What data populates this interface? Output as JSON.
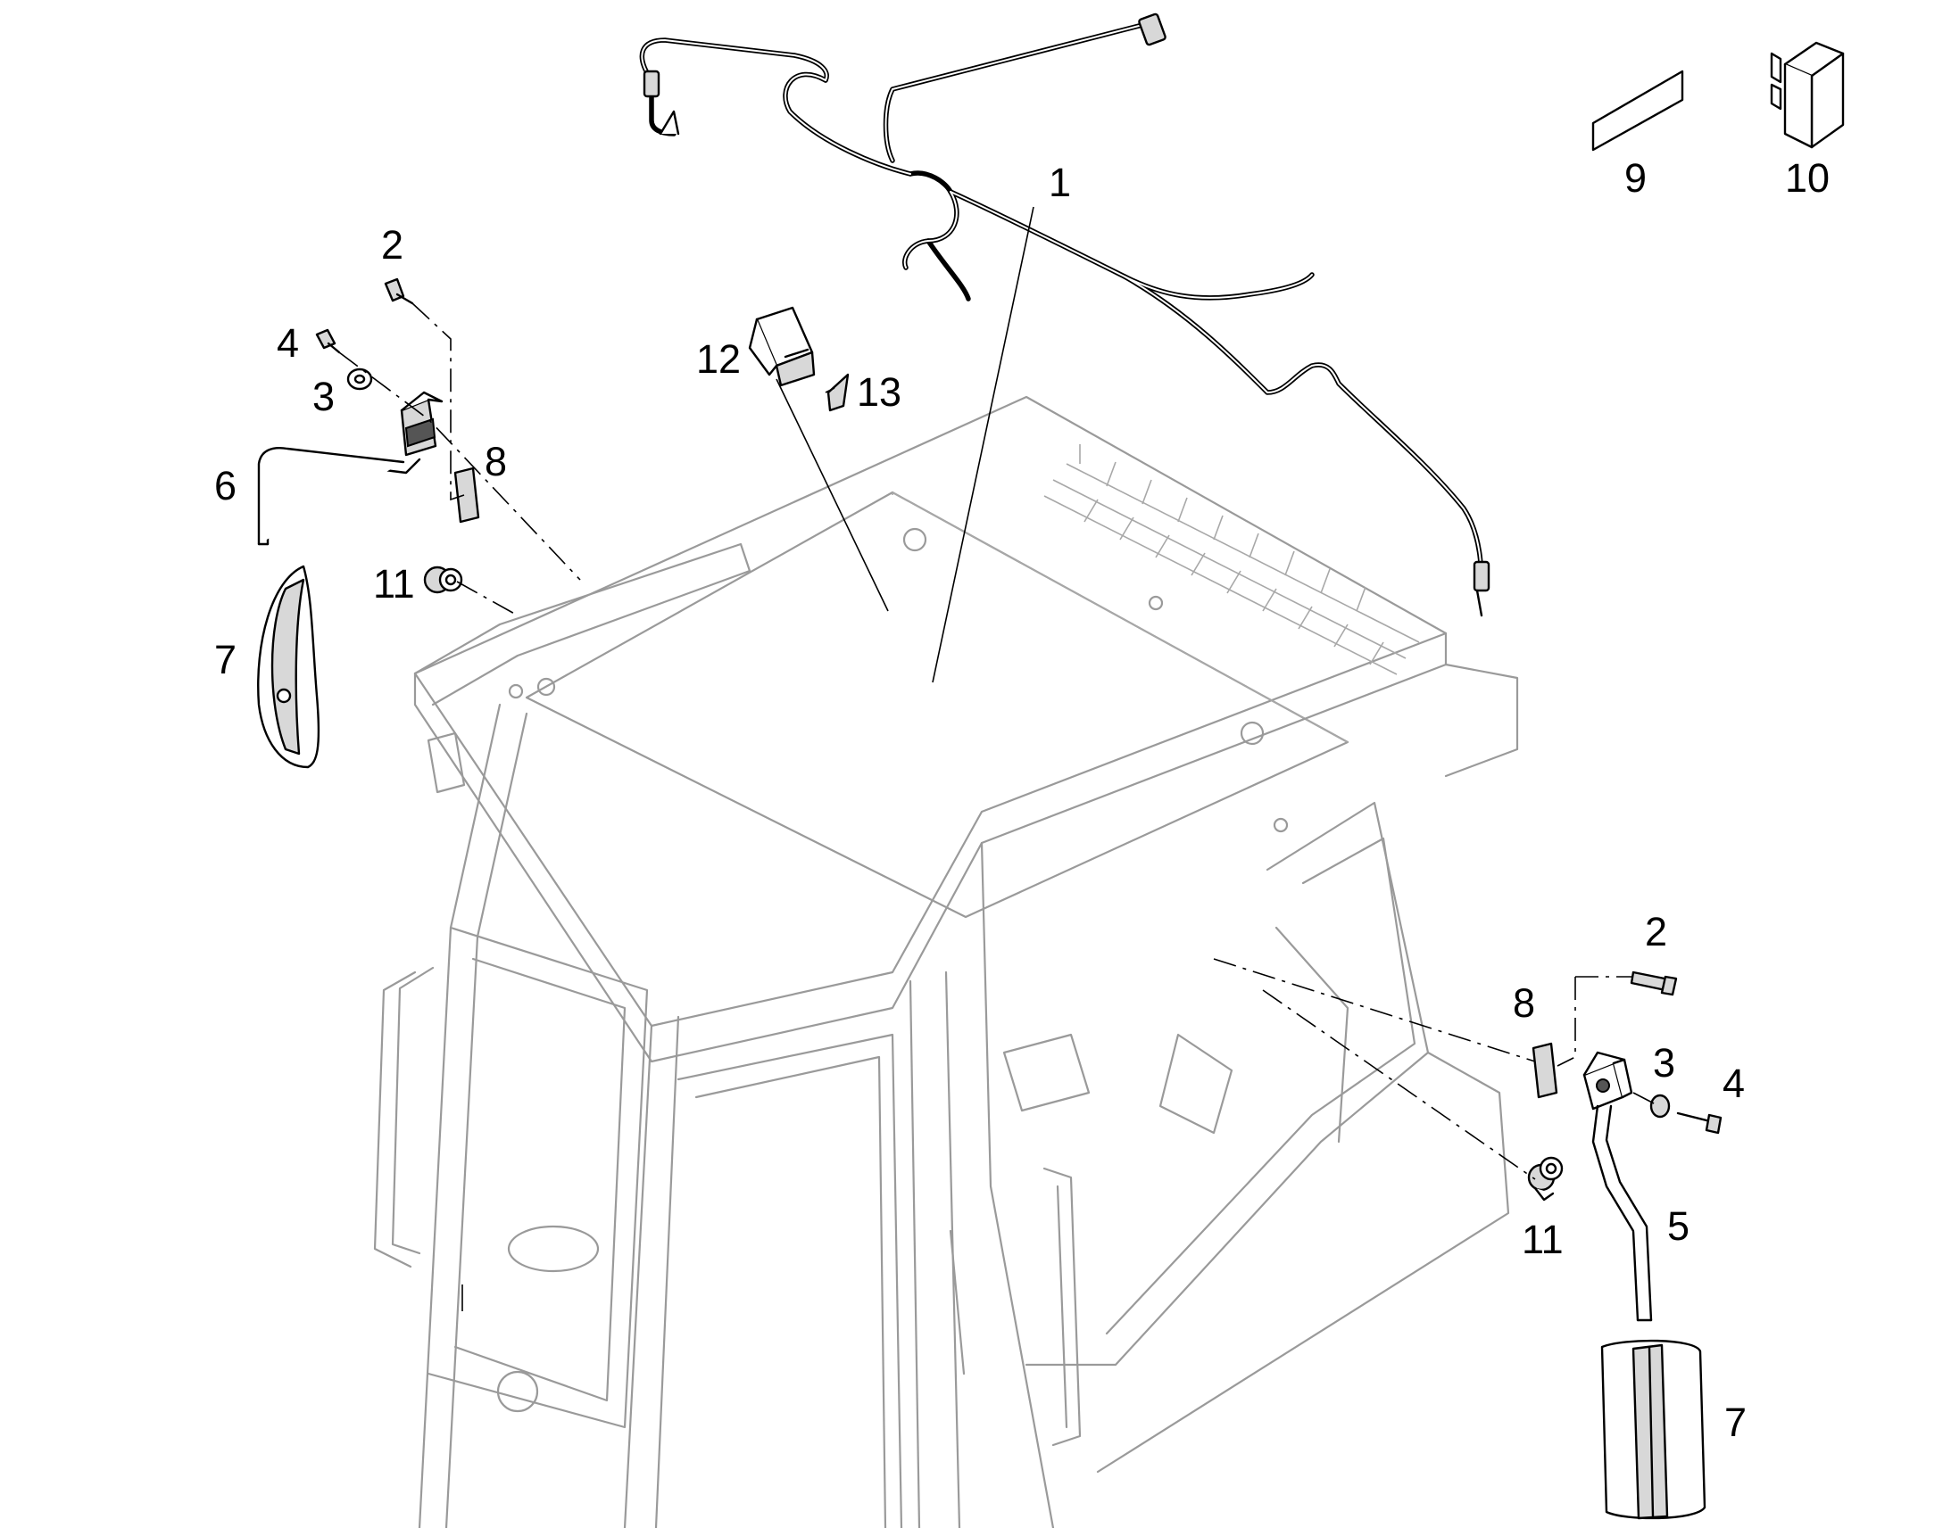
{
  "callouts": {
    "c1": "1",
    "c2_left": "2",
    "c2_right": "2",
    "c3_left": "3",
    "c3_right": "3",
    "c4_left": "4",
    "c4_right": "4",
    "c5": "5",
    "c6": "6",
    "c7_left": "7",
    "c7_right": "7",
    "c8_left": "8",
    "c8_right": "8",
    "c9": "9",
    "c10": "10",
    "c11_left": "11",
    "c11_right": "11",
    "c12": "12",
    "c13": "13"
  },
  "colors": {
    "line": "#000000",
    "ghost": "#9a9a9a",
    "background": "#ffffff"
  }
}
